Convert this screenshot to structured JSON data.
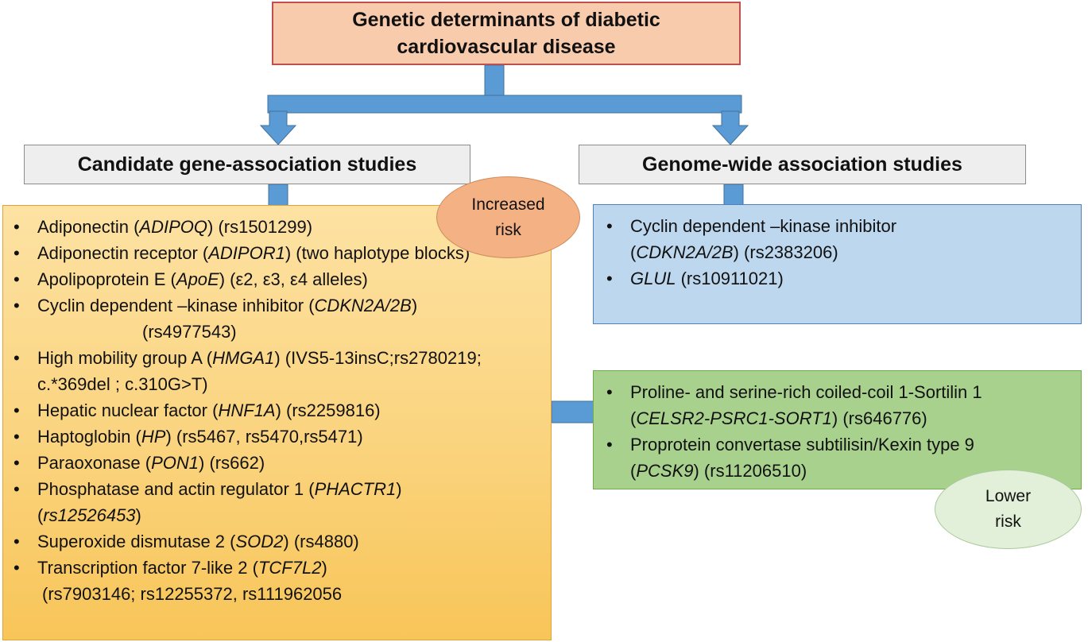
{
  "title": {
    "line1": "Genetic determinants of diabetic",
    "line2": "cardiovascular disease"
  },
  "left_header": "Candidate gene-association studies",
  "right_header": "Genome-wide association studies",
  "increased_risk": {
    "line1": "Increased",
    "line2": "risk"
  },
  "lower_risk": {
    "line1": "Lower",
    "line2": "risk"
  },
  "candidate_items": [
    {
      "a": "Adiponectin (",
      "g": "ADIPOQ",
      "b": ") (rs1501299)"
    },
    {
      "a": "Adiponectin receptor (",
      "g": "ADIPOR1",
      "b": ") (two haplotype blocks)"
    },
    {
      "a": "Apolipoprotein E (",
      "g": "ApoE",
      "b": ") (ε2, ε3, ε4 alleles)"
    },
    {
      "a": "Cyclin dependent –kinase inhibitor (",
      "g": "CDKN2A/2B",
      "b": ")",
      "c": "(rs4977543)"
    },
    {
      "a": "High mobility group A (",
      "g": "HMGA1",
      "b": ") (IVS5-13insC;rs2780219; c.*369del ; c.310G>T)"
    },
    {
      "a": "Hepatic nuclear factor (",
      "g": "HNF1A",
      "b": ") (rs2259816)"
    },
    {
      "a": "Haptoglobin (",
      "g": "HP",
      "b": ") (rs5467, rs5470,rs5471)"
    },
    {
      "a": "Paraoxonase (",
      "g": "PON1",
      "b": ") (rs662)"
    },
    {
      "a": "Phosphatase and actin regulator 1 (",
      "g": "PHACTR1",
      "b": ")",
      "g2": "rs12526453",
      "b2": ")"
    },
    {
      "a": "Superoxide dismutase 2 (",
      "g": "SOD2",
      "b": ") (rs4880)"
    },
    {
      "a": "Transcription factor 7-like 2 (",
      "g": "TCF7L2",
      "b": ")",
      "c": "(rs7903146; rs12255372, rs111962056"
    }
  ],
  "gwas_items": [
    {
      "a": "Cyclin dependent –kinase inhibitor",
      "p": "(",
      "g": "CDKN2A/2B",
      "b": ")  (rs2383206)"
    },
    {
      "g": "GLUL",
      "b": " (rs10911021)"
    }
  ],
  "lower_items": [
    {
      "a": "Proline- and serine-rich coiled-coil 1-Sortilin 1",
      "p": "(",
      "g": "CELSR2-PSRC1-SORT1",
      "b": ")  (rs646776)"
    },
    {
      "a": "Proprotein convertase subtilisin/Kexin type 9",
      "p": "(",
      "g": "PCSK9",
      "b": ") (rs11206510)"
    }
  ],
  "colors": {
    "title_fill": "#f8cbad",
    "title_border": "#c0504d",
    "connector": "#5b9bd5",
    "connector_edge": "#41719c",
    "candidate_fill": "#fad27a",
    "gwas_fill": "#bdd7ee",
    "lower_fill": "#a9d18e",
    "increased_fill": "#f4b183",
    "lower_risk_fill": "#e2f0d9"
  }
}
